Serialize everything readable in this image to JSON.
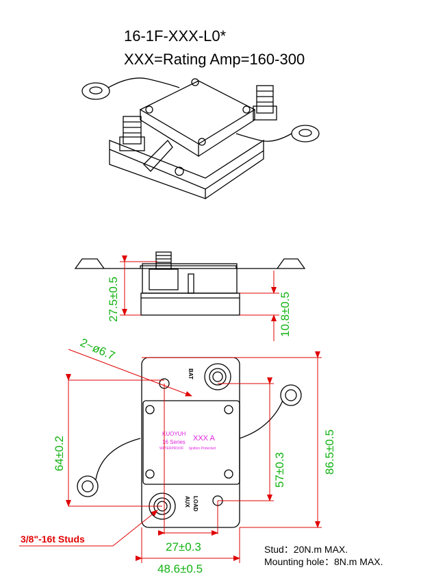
{
  "title": {
    "line1": "16-1F-XXX-L0*",
    "line2": "XXX=Rating Amp=160-300"
  },
  "dimensions": {
    "height_total": "27.5±0.5",
    "height_base": "10.8±0.5",
    "mount_holes": "2~ø6.7",
    "hole_spacing_v": "64±0.2",
    "length": "86.5±0.5",
    "stud_spacing_v": "57±0.3",
    "stud_spacing_h": "27±0.3",
    "width": "48.6±0.5"
  },
  "labels": {
    "studs": "3/8\"-16t Studs",
    "brand": "KUOYUH",
    "series": "16 Series",
    "rating": "XXX A",
    "waterproof": "WATERPROOF",
    "ignition": "Ignition Protected",
    "bat": "BAT",
    "aux": "AUX",
    "load": "LOAD"
  },
  "notes": {
    "stud_torque": "Stud：20N.m MAX.",
    "mount_torque": "Mounting hole：8N.m MAX."
  },
  "colors": {
    "dimension": "#12b212",
    "leader": "#e00000",
    "marking": "#e020e0"
  }
}
